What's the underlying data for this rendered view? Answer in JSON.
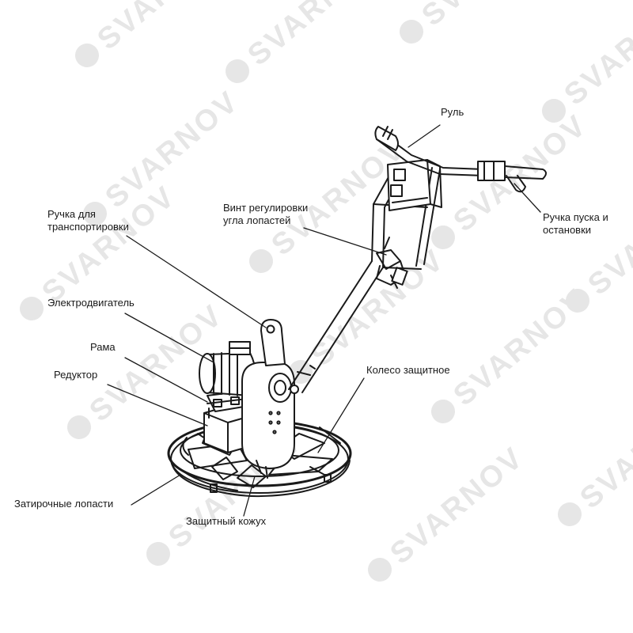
{
  "watermark": {
    "brand": "SVARNOV",
    "color": "#e6e6e6"
  },
  "labels": {
    "handlebar": "Руль",
    "start_stop_handle": "Ручка пуска и\nостановки",
    "angle_screw": "Винт регулировки\nугла лопастей",
    "transport_handle": "Ручка для\nтранспортировки",
    "motor": "Электродвигатель",
    "frame": "Рама",
    "gearbox": "Редуктор",
    "guard_ring": "Колесо защитное",
    "trowel_blades": "Затирочные лопасти",
    "protective_cover": "Защитный кожух"
  }
}
